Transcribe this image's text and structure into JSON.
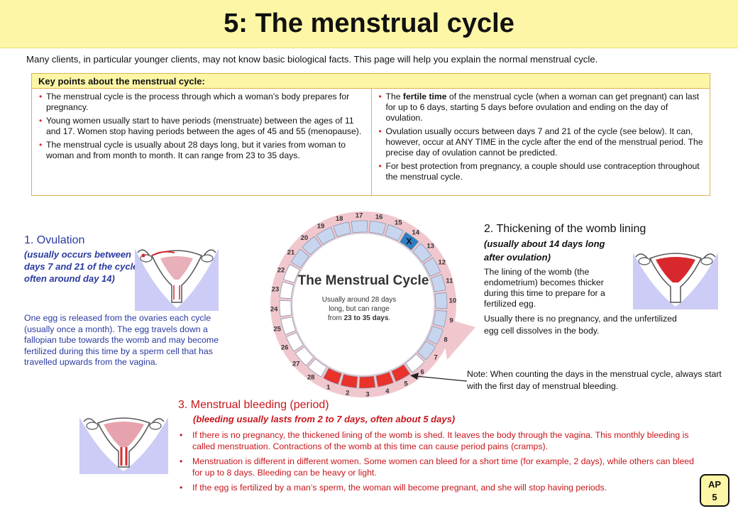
{
  "title": "5: The menstrual cycle",
  "intro": "Many clients, in particular younger clients, may not know basic biological facts. This page will help you explain the normal menstrual cycle.",
  "key_points": {
    "heading": "Key points about the menstrual cycle:",
    "left": [
      "The menstrual cycle is the process through which a woman’s body prepares for pregnancy.",
      "Young women usually start to have periods (menstruate) between the ages of 11 and 17. Women stop having periods between the ages of 45 and 55 (menopause).",
      "The menstrual cycle is usually about 28 days long, but it varies from woman to woman and from month to month. It can range from 23 to 35 days."
    ],
    "right_1_pre": "The ",
    "right_1_bold": "fertile time",
    "right_1_post": " of the menstrual cycle (when a woman can get pregnant) can last for up to 6 days, starting 5 days before ovulation and ending on the day of ovulation.",
    "right_2": "Ovulation usually occurs between days 7 and 21 of the cycle (see below). It can, however, occur at ANY TIME in the cycle after the end of the menstrual period. The precise day of ovulation cannot be predicted.",
    "right_3": "For best protection from pregnancy, a couple should use contraception throughout the menstrual cycle."
  },
  "ovulation": {
    "title": "1. Ovulation",
    "subtitle": "(usually occurs between days 7 and 21 of the cycle, often around day 14)",
    "body": "One egg is released from the ovaries each cycle (usually once a month). The egg travels down a fallopian tube towards the womb and may become fertilized during this time by a sperm cell that has travelled upwards from the vagina."
  },
  "thickening": {
    "title": "2. Thickening of the womb lining",
    "subtitle": "(usually about 14 days long after ovulation)",
    "body": "The lining of the womb (the endometrium) becomes thicker during this time to prepare for a fertilized egg.",
    "body2": "Usually there is no pregnancy, and the unfertilized egg cell dissolves in the body."
  },
  "wheel": {
    "title": "The Menstrual Cycle",
    "center_line1": "Usually around 28 days",
    "center_line2": "long, but can range",
    "center_line3_pre": "from ",
    "center_line3_bold": "23 to 35 days",
    "center_line3_post": ".",
    "ovulation_marker": "X",
    "days": [
      "1",
      "2",
      "3",
      "4",
      "5",
      "6",
      "7",
      "8",
      "9",
      "10",
      "11",
      "12",
      "13",
      "14",
      "15",
      "16",
      "17",
      "18",
      "19",
      "20",
      "21",
      "22",
      "23",
      "24",
      "25",
      "26",
      "27",
      "28"
    ],
    "colors": {
      "bleeding": "#e8322a",
      "fertile": "#c7d6ee",
      "ovulation": "#2d7fc1",
      "other": "#ffffff",
      "ring": "#f1c7ce"
    }
  },
  "note": "Note: When counting the days in the menstrual cycle, always start with the first day of menstrual bleeding.",
  "bleeding": {
    "title": "3. Menstrual bleeding (period)",
    "subtitle": "(bleeding usually lasts from 2 to 7 days, often about 5 days)",
    "items": [
      "If there is no pregnancy, the thickened lining of the womb is shed. It leaves the body through the vagina. This monthly bleeding is called menstruation. Contractions of the womb at this time can cause period pains (cramps).",
      "Menstruation is different in different women. Some women can bleed for a short time (for example, 2 days), while others can bleed for up to 8 days. Bleeding can be heavy or light.",
      "If the egg is fertilized by a man’s sperm, the woman will become pregnant, and she will stop having periods."
    ]
  },
  "badge": {
    "line1": "AP",
    "line2": "5"
  }
}
